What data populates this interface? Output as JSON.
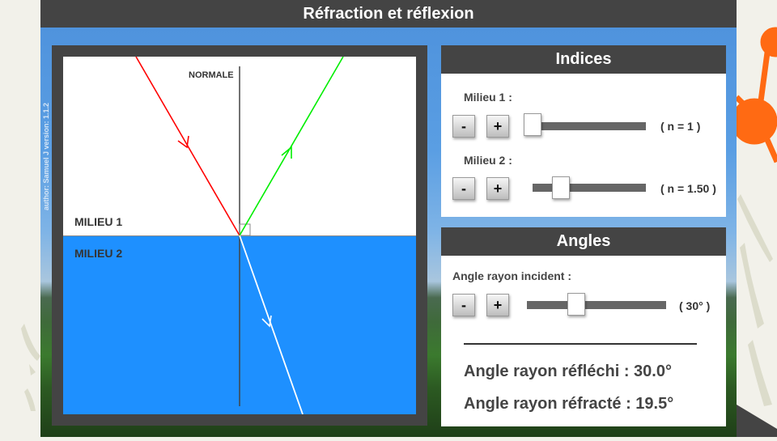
{
  "app": {
    "title": "Réfraction et réflexion",
    "author_version": "author: Samuel J version: 1.1.2"
  },
  "diagram": {
    "normal_label": "NORMALE",
    "medium1_label": "MILIEU 1",
    "medium2_label": "MILIEU 2",
    "colors": {
      "medium1": "#ffffff",
      "medium2": "#1e90ff",
      "incident_ray": "#ff0000",
      "reflected_ray": "#00ee00",
      "refracted_ray": "#ffffff",
      "normal": "#444444",
      "frame": "#444444"
    }
  },
  "indices": {
    "header": "Indices",
    "milieu1": {
      "label": "Milieu 1 :",
      "minus": "-",
      "plus": "+",
      "value_text": "( n = 1 )",
      "n": 1
    },
    "milieu2": {
      "label": "Milieu 2 :",
      "minus": "-",
      "plus": "+",
      "value_text": "( n = 1.50 )",
      "n": 1.5
    }
  },
  "angles": {
    "header": "Angles",
    "incident": {
      "label": "Angle rayon incident :",
      "minus": "-",
      "plus": "+",
      "value_text": "( 30° )",
      "deg": 30
    },
    "reflected_text": "Angle rayon réfléchi : 30.0°",
    "refracted_text": "Angle rayon réfracté : 19.5°"
  }
}
